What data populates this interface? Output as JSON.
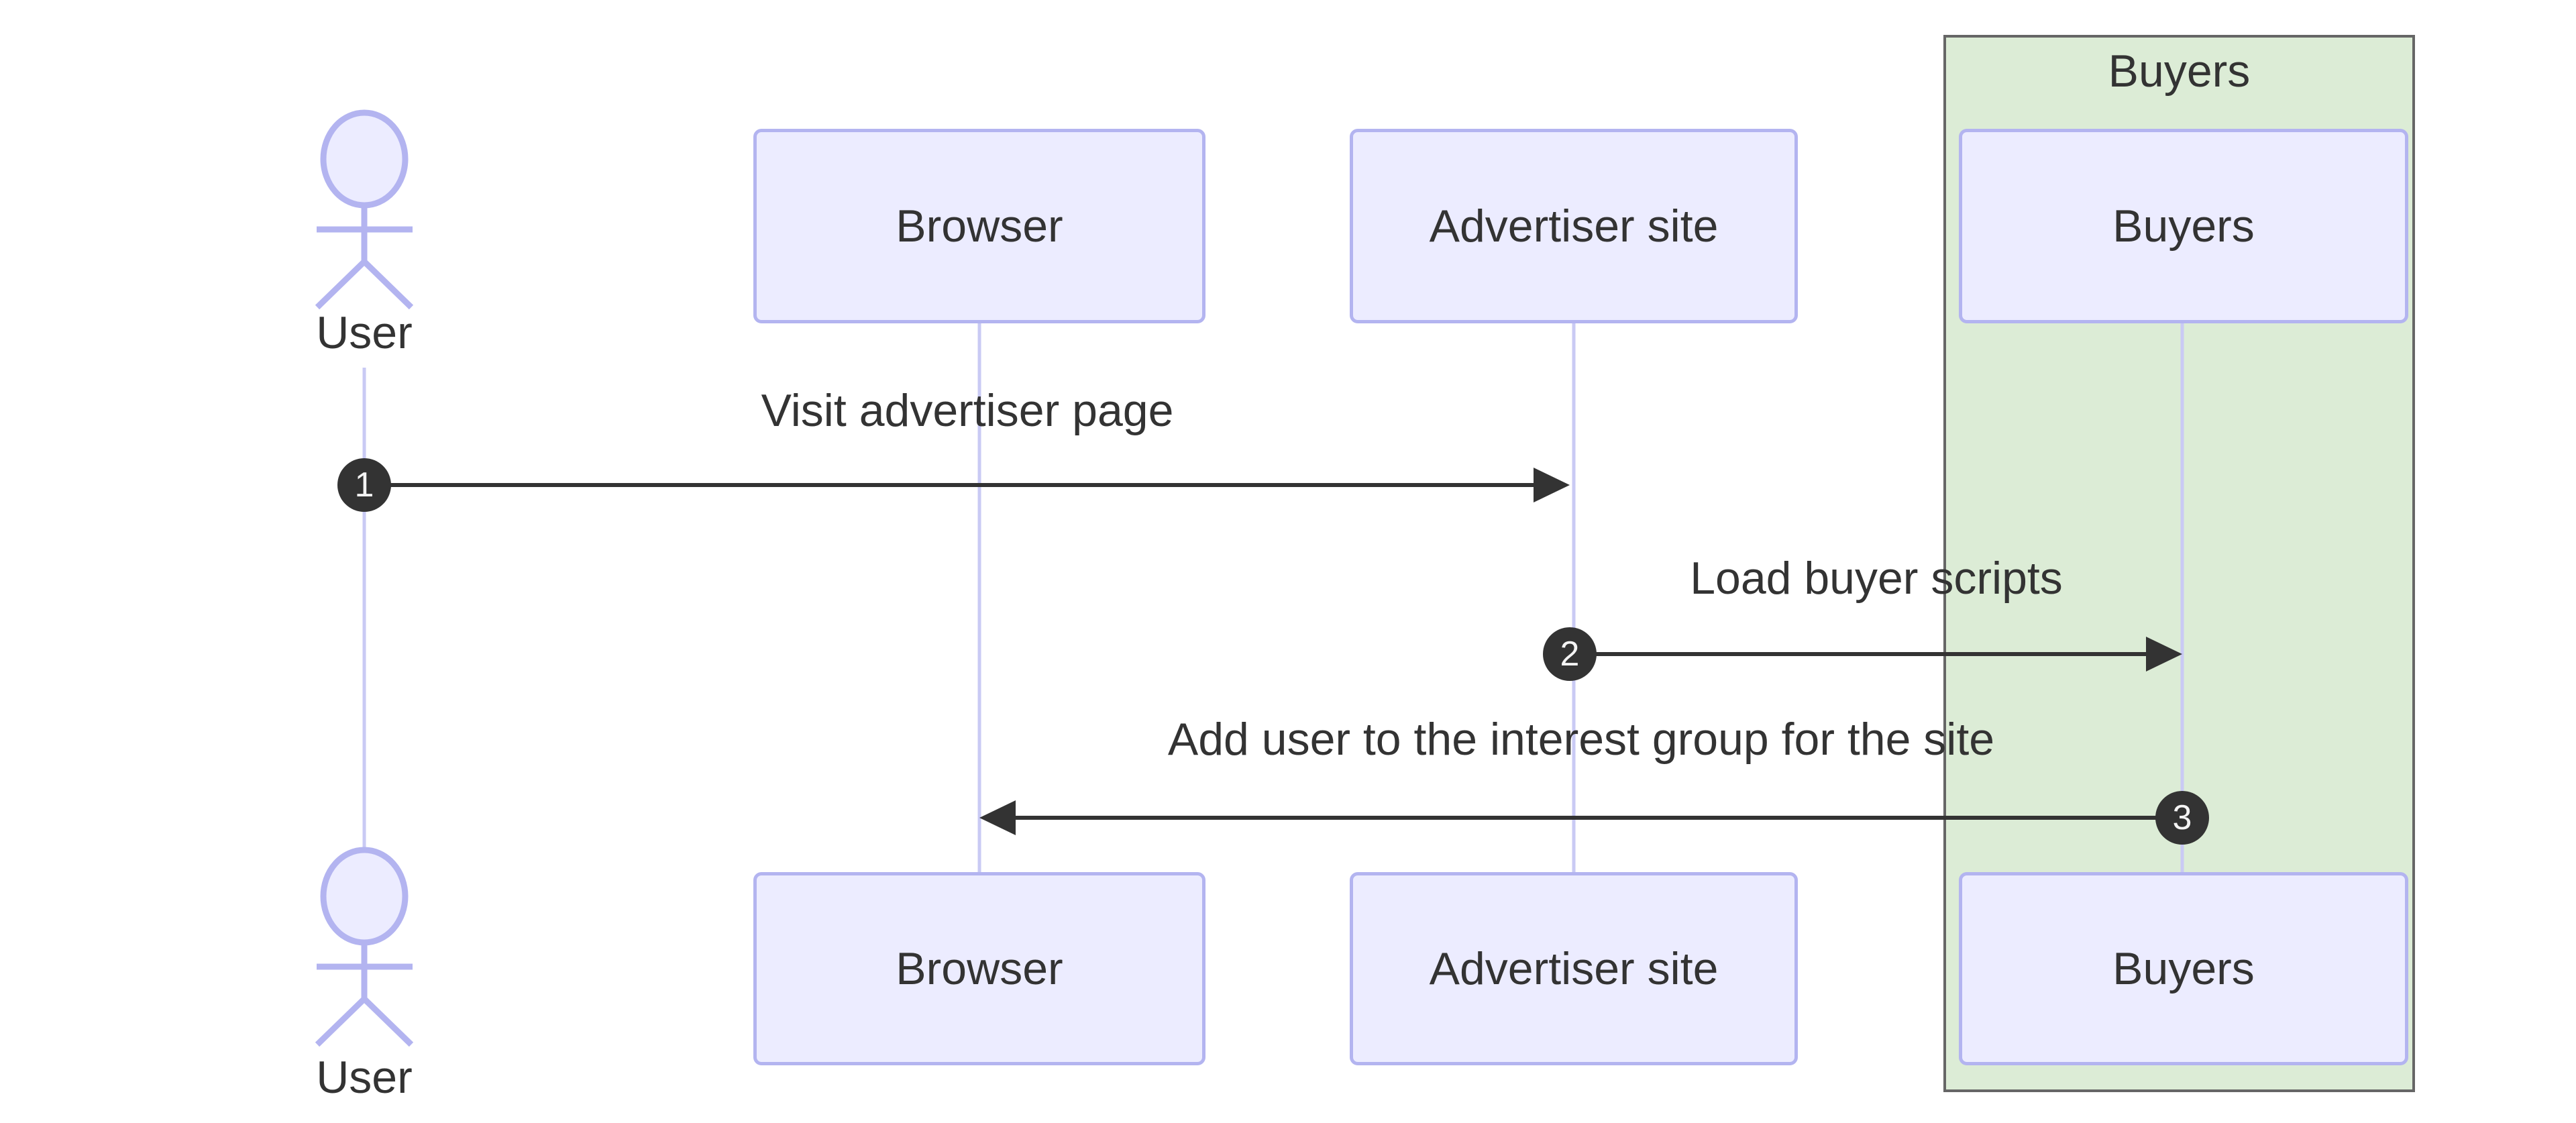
{
  "diagram": {
    "type": "sequence-diagram",
    "group": {
      "label": "Buyers"
    },
    "actor": {
      "label": "User"
    },
    "participants": [
      {
        "label": "Browser"
      },
      {
        "label": "Advertiser site"
      },
      {
        "label": "Buyers"
      }
    ],
    "messages": [
      {
        "seq": "1",
        "label": "Visit advertiser page",
        "from": "User",
        "to": "Advertiser site"
      },
      {
        "seq": "2",
        "label": "Load buyer scripts",
        "from": "Advertiser site",
        "to": "Buyers"
      },
      {
        "seq": "3",
        "label": "Add user to the interest group for the site",
        "from": "Buyers",
        "to": "Browser"
      }
    ],
    "colors": {
      "participant_fill": "#ececff",
      "participant_border": "#b3b4f0",
      "lifeline": "#c9caf4",
      "group_fill": "#dcecd6",
      "group_border": "#666666",
      "arrow": "#333333",
      "text": "#333333",
      "badge_fill": "#333333",
      "badge_text": "#f4f4f4"
    }
  }
}
